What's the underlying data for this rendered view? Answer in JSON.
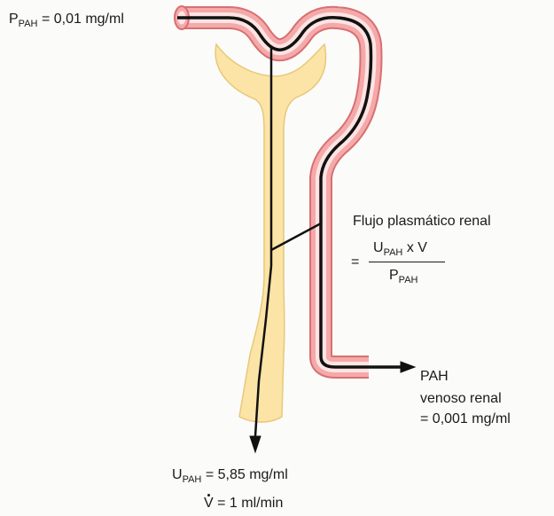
{
  "plasma_pah": {
    "symbol": "P",
    "subscript": "PAH",
    "value": "= 0,01 mg/ml"
  },
  "renal_plasma_flow": {
    "title": "Flujo plasmático renal",
    "equals": "=",
    "numerator_symbol": "U",
    "numerator_subscript": "PAH",
    "numerator_rest": " x V",
    "denominator_symbol": "P",
    "denominator_subscript": "PAH"
  },
  "renal_venous_pah": {
    "line1": "PAH",
    "line2": "venoso renal",
    "line3": "= 0,001 mg/ml"
  },
  "urine_pah": {
    "symbol": "U",
    "subscript": "PAH",
    "value": "= 5,85 mg/ml"
  },
  "urine_flow": {
    "symbol": "V",
    "value": " = 1 ml/min"
  },
  "colors": {
    "vessel_fill": "#f4a9aa",
    "vessel_lumen": "#fde3e2",
    "vessel_outline": "#d8706f",
    "tubule_fill": "#fbe4a6",
    "tubule_outline": "#e8c87a",
    "flow_line": "#111111"
  }
}
